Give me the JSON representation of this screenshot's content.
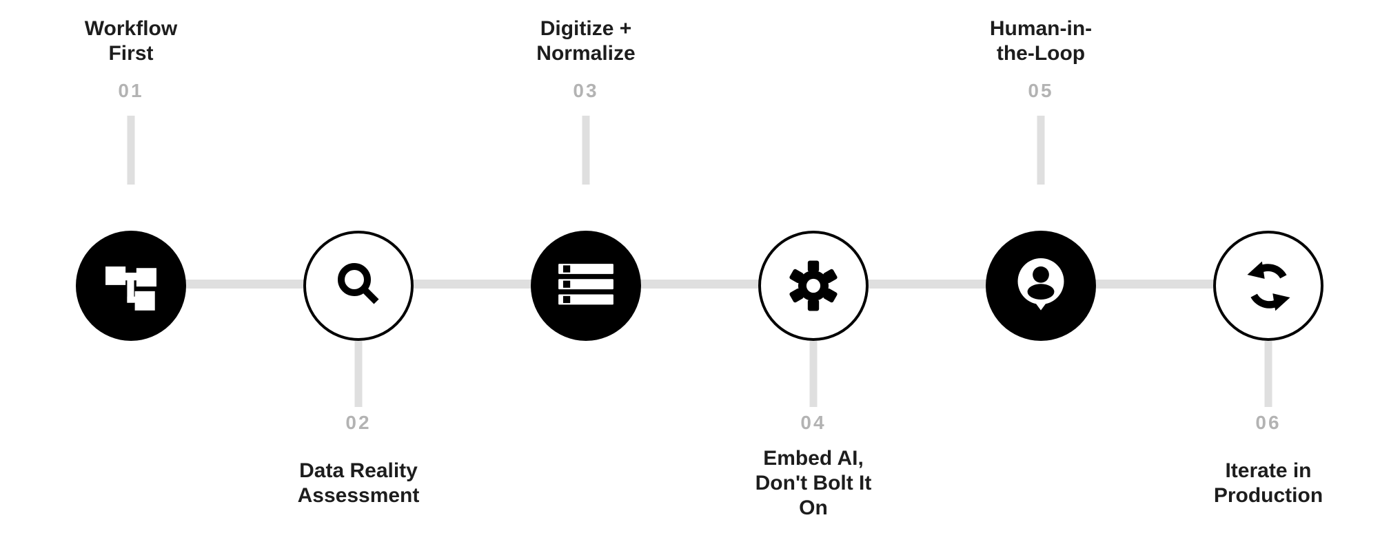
{
  "colors": {
    "label": "#1d1d1d",
    "number": "#b3b3b3",
    "connector": "#dfdfdf",
    "circle_fill": "#000000",
    "circle_stroke": "#000000",
    "bg": "#ffffff"
  },
  "diagram": {
    "type": "process-timeline",
    "step_count": 6,
    "steps": [
      {
        "number": "01",
        "label": "Workflow First",
        "label_lines": [
          "Workflow",
          "First"
        ],
        "position": "top",
        "circle_style": "filled-black",
        "icon": "flowchart-icon"
      },
      {
        "number": "02",
        "label": "Data Reality Assessment",
        "label_lines": [
          "Data Reality",
          "Assessment"
        ],
        "position": "bottom",
        "circle_style": "outlined-white",
        "icon": "search-icon"
      },
      {
        "number": "03",
        "label": "Digitize + Normalize",
        "label_lines": [
          "Digitize +",
          "Normalize"
        ],
        "position": "top",
        "circle_style": "filled-black",
        "icon": "server-stack-icon"
      },
      {
        "number": "04",
        "label": "Embed AI, Don't Bolt It On",
        "label_lines": [
          "Embed AI,",
          "Don't Bolt It",
          "On"
        ],
        "position": "bottom",
        "circle_style": "outlined-white",
        "icon": "gear-icon"
      },
      {
        "number": "05",
        "label": "Human-in-the-Loop",
        "label_lines": [
          "Human-in-",
          "the-Loop"
        ],
        "position": "top",
        "circle_style": "filled-black",
        "icon": "person-pin-icon"
      },
      {
        "number": "06",
        "label": "Iterate in Production",
        "label_lines": [
          "Iterate in",
          "Production"
        ],
        "position": "bottom",
        "circle_style": "outlined-white",
        "icon": "refresh-icon"
      }
    ]
  }
}
